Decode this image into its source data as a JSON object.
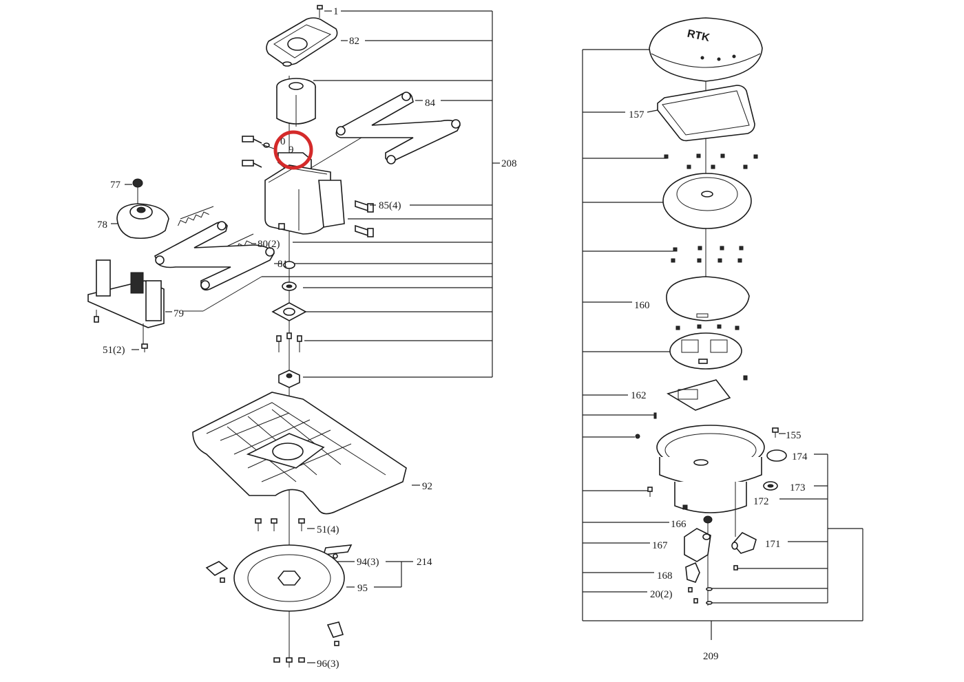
{
  "left_assembly": {
    "labels": {
      "l1": "1",
      "l82": "82",
      "l84": "84",
      "l208": "208",
      "l0": "0",
      "l9": "9",
      "l77": "77",
      "l78": "78",
      "l85": "85(4)",
      "l80": "80(2)",
      "l81": "81",
      "l79": "79",
      "l51a": "51(2)",
      "l92": "92",
      "l51b": "51(4)",
      "l94": "94(3)",
      "l214": "214",
      "l95": "95",
      "l96": "96(3)"
    }
  },
  "right_assembly": {
    "cover_text": "RTK",
    "labels": {
      "l157": "157",
      "l160": "160",
      "l162": "162",
      "l155": "155",
      "l174": "174",
      "l173": "173",
      "l172": "172",
      "l166": "166",
      "l171": "171",
      "l167": "167",
      "l168": "168",
      "l20": "20(2)",
      "l209": "209"
    }
  },
  "highlight": {
    "color": "#d42a2a"
  }
}
